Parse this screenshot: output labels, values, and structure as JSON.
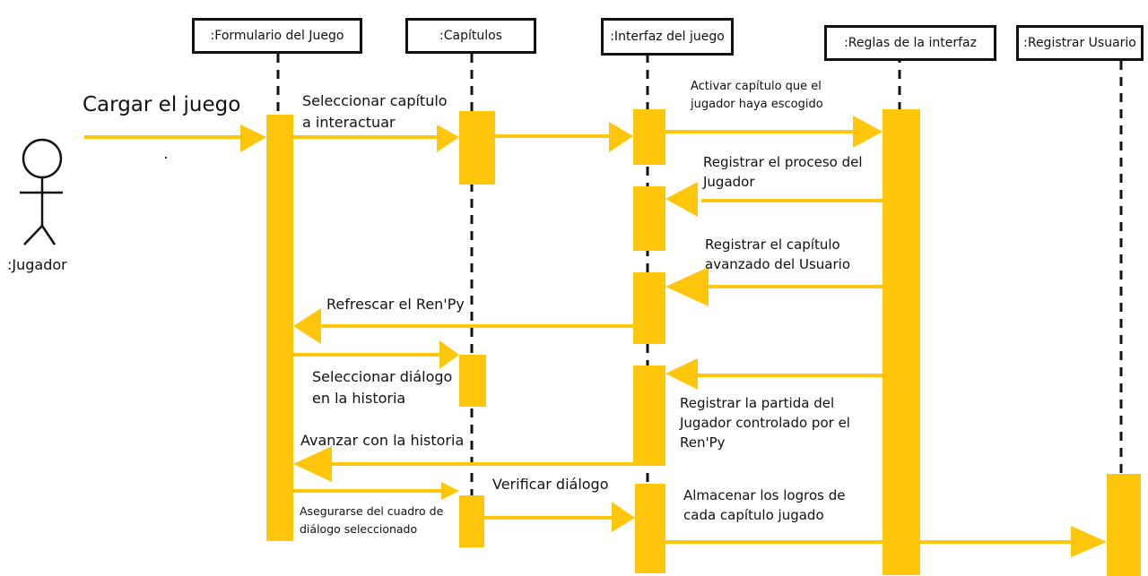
{
  "participants": {
    "formulario": ":Formulario del Juego",
    "capitulos": ":Capítulos",
    "interfaz": ":Interfaz del juego",
    "reglas": ":Reglas de la interfaz",
    "registrar": ":Registrar Usuario"
  },
  "actor": {
    "name": ":Jugador"
  },
  "messages": {
    "cargar": "Cargar el juego",
    "seleccionar_capitulo": "Seleccionar capítulo\na interactuar",
    "activar_capitulo": "Activar capítulo que el\njugador haya escogido",
    "registrar_proceso": "Registrar el proceso del\nJugador",
    "registrar_capitulo": "Registrar el capítulo\navanzado del Usuario",
    "refrescar": "Refrescar el Ren'Py",
    "seleccionar_dialogo": "Seleccionar diálogo\nen la historia",
    "registrar_partida": "Registrar la partida del\nJugador controlado por el\nRen'Py",
    "avanzar": "Avanzar con la historia",
    "verificar": "Verificar diálogo",
    "asegurarse": "Asegurarse del cuadro de\ndiálogo seleccionado",
    "almacenar": "Almacenar los logros de\ncada capítulo jugado"
  },
  "colors": {
    "accent": "#FFC60B",
    "line": "#111111"
  }
}
